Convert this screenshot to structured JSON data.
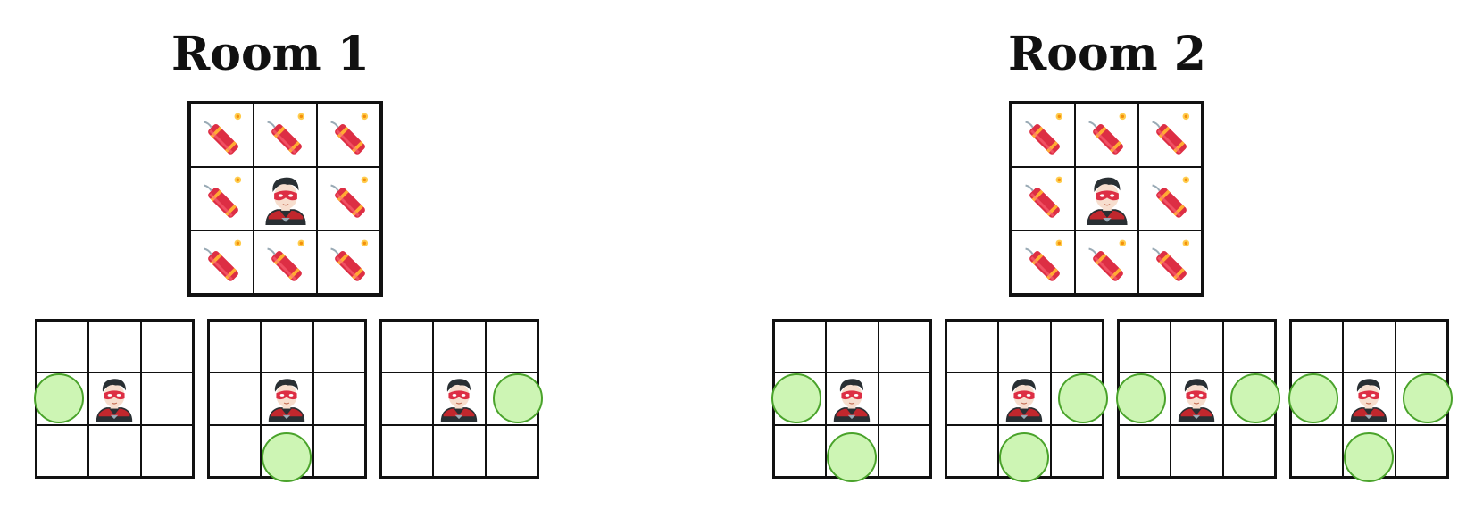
{
  "rooms": [
    {
      "title": "Room 1",
      "grid": [
        [
          "dynamite-icon",
          "dynamite-icon",
          "dynamite-icon"
        ],
        [
          "dynamite-icon",
          "hero-icon",
          "dynamite-icon"
        ],
        [
          "dynamite-icon",
          "dynamite-icon",
          "dynamite-icon"
        ]
      ],
      "options": [
        {
          "hero": [
            1,
            1
          ],
          "circles": [
            [
              1,
              0
            ]
          ]
        },
        {
          "hero": [
            1,
            1
          ],
          "circles": [
            [
              2,
              1
            ]
          ]
        },
        {
          "hero": [
            1,
            1
          ],
          "circles": [
            [
              1,
              2
            ]
          ]
        }
      ]
    },
    {
      "title": "Room 2",
      "grid": [
        [
          "dynamite-icon",
          "dynamite-icon",
          "dynamite-icon"
        ],
        [
          "dynamite-icon",
          "hero-icon",
          "dynamite-icon"
        ],
        [
          "dynamite-icon",
          "dynamite-icon",
          "dynamite-icon"
        ]
      ],
      "options": [
        {
          "hero": [
            1,
            1
          ],
          "circles": [
            [
              1,
              0
            ],
            [
              2,
              1
            ]
          ]
        },
        {
          "hero": [
            1,
            1
          ],
          "circles": [
            [
              1,
              2
            ],
            [
              2,
              1
            ]
          ]
        },
        {
          "hero": [
            1,
            1
          ],
          "circles": [
            [
              1,
              0
            ],
            [
              1,
              2
            ]
          ]
        },
        {
          "hero": [
            1,
            1
          ],
          "circles": [
            [
              1,
              0
            ],
            [
              1,
              2
            ],
            [
              2,
              1
            ]
          ]
        }
      ]
    }
  ],
  "colors": {
    "circle_fill": "#cdf5b4",
    "circle_stroke": "#4aa32b",
    "dynamite": "#dd2e44",
    "grid_line": "#111111"
  }
}
